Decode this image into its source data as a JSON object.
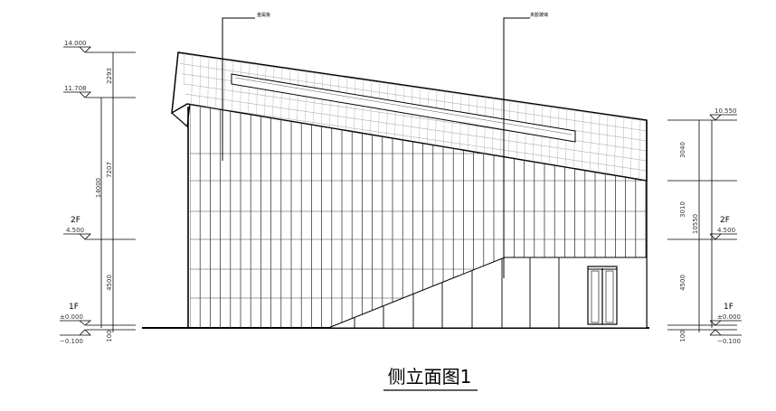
{
  "title": "侧立面图1",
  "callouts": {
    "left": "金属板",
    "right": "夹胶玻璃"
  },
  "left_levels": {
    "top": "14.000",
    "upper": "11.708",
    "second_name": "2F",
    "second": "4.500",
    "ground_name": "1F",
    "ground": "±0.000",
    "bottom": "−0.100"
  },
  "right_levels": {
    "top": "10.550",
    "second_name": "2F",
    "second": "4.500",
    "ground_name": "1F",
    "ground": "±0.000",
    "bottom": "−0.100"
  },
  "left_dims": {
    "d1": "2293",
    "d2": "7207",
    "d3": "4500",
    "d4": "100",
    "total": "14000"
  },
  "right_dims": {
    "d1": "3040",
    "d2": "3010",
    "d3": "4500",
    "d4": "100",
    "total": "10550"
  }
}
